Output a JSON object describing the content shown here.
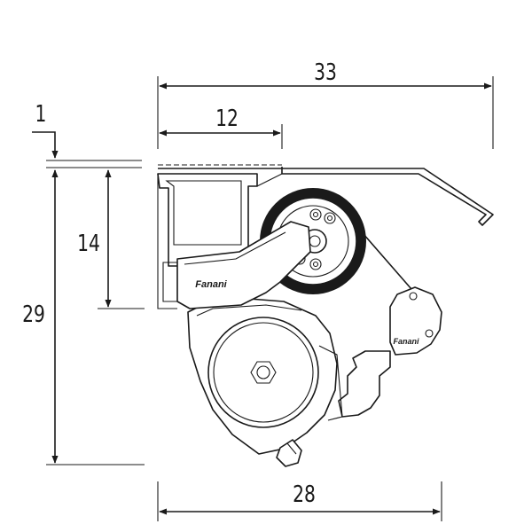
{
  "dimensions": {
    "total_width": "33",
    "partial_width": "12",
    "top_gap": "1",
    "front_height": "14",
    "total_height": "29",
    "bottom_width": "28"
  },
  "brand": {
    "logo_text_main": "Fanani",
    "logo_text_small": "Fanani"
  },
  "colors": {
    "line": "#1a1a1a",
    "background": "#ffffff"
  }
}
